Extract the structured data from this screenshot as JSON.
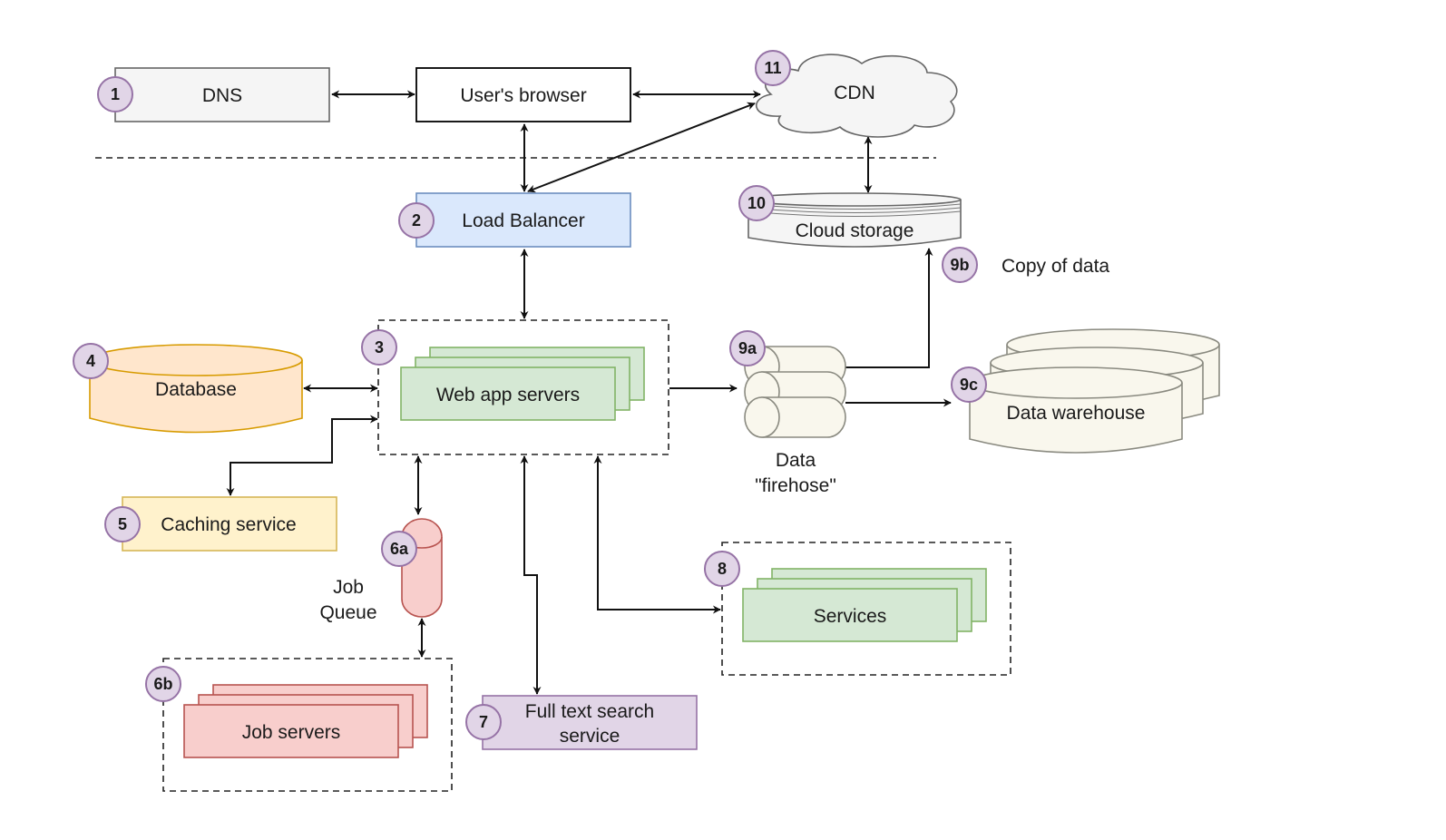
{
  "diagram": {
    "title": "Web application architecture",
    "nodes": {
      "dns": {
        "badge": "1",
        "label": "DNS",
        "fill": "#f5f5f5",
        "stroke": "#666666"
      },
      "browser": {
        "label": "User's browser",
        "fill": "#ffffff",
        "stroke": "#000000"
      },
      "cdn": {
        "badge": "11",
        "label": "CDN",
        "fill": "#f5f5f5",
        "stroke": "#666666"
      },
      "load_balancer": {
        "badge": "2",
        "label": "Load Balancer",
        "fill": "#dae8fc",
        "stroke": "#6c8ebf"
      },
      "cloud_storage": {
        "badge": "10",
        "label": "Cloud storage",
        "fill": "#f5f5f5",
        "stroke": "#666666"
      },
      "copy_of_data": {
        "badge": "9b",
        "label": "Copy of data"
      },
      "web_app_servers": {
        "badge": "3",
        "label": "Web app servers",
        "fill": "#d5e8d4",
        "stroke": "#82b366"
      },
      "database": {
        "badge": "4",
        "label": "Database",
        "fill": "#ffe6cc",
        "stroke": "#d79b00"
      },
      "caching_service": {
        "badge": "5",
        "label": "Caching service",
        "fill": "#fff2cc",
        "stroke": "#d6b656"
      },
      "job_queue": {
        "badge": "6a",
        "label_line1": "Job",
        "label_line2": "Queue",
        "fill": "#f8cecc",
        "stroke": "#b85450"
      },
      "job_servers": {
        "badge": "6b",
        "label": "Job servers",
        "fill": "#f8cecc",
        "stroke": "#b85450"
      },
      "full_text_search": {
        "badge": "7",
        "label_line1": "Full text search",
        "label_line2": "service",
        "fill": "#e1d5e7",
        "stroke": "#9673a6"
      },
      "services": {
        "badge": "8",
        "label": "Services",
        "fill": "#d5e8d4",
        "stroke": "#82b366"
      },
      "data_firehose": {
        "badge": "9a",
        "label_line1": "Data",
        "label_line2": "\"firehose\"",
        "fill": "#f9f7ed",
        "stroke": "#8a8a80"
      },
      "data_warehouse": {
        "badge": "9c",
        "label": "Data warehouse",
        "fill": "#f9f7ed",
        "stroke": "#8a8a80"
      }
    },
    "badge_colors": {
      "fill": "#e1d5e7",
      "stroke": "#9673a6"
    }
  }
}
